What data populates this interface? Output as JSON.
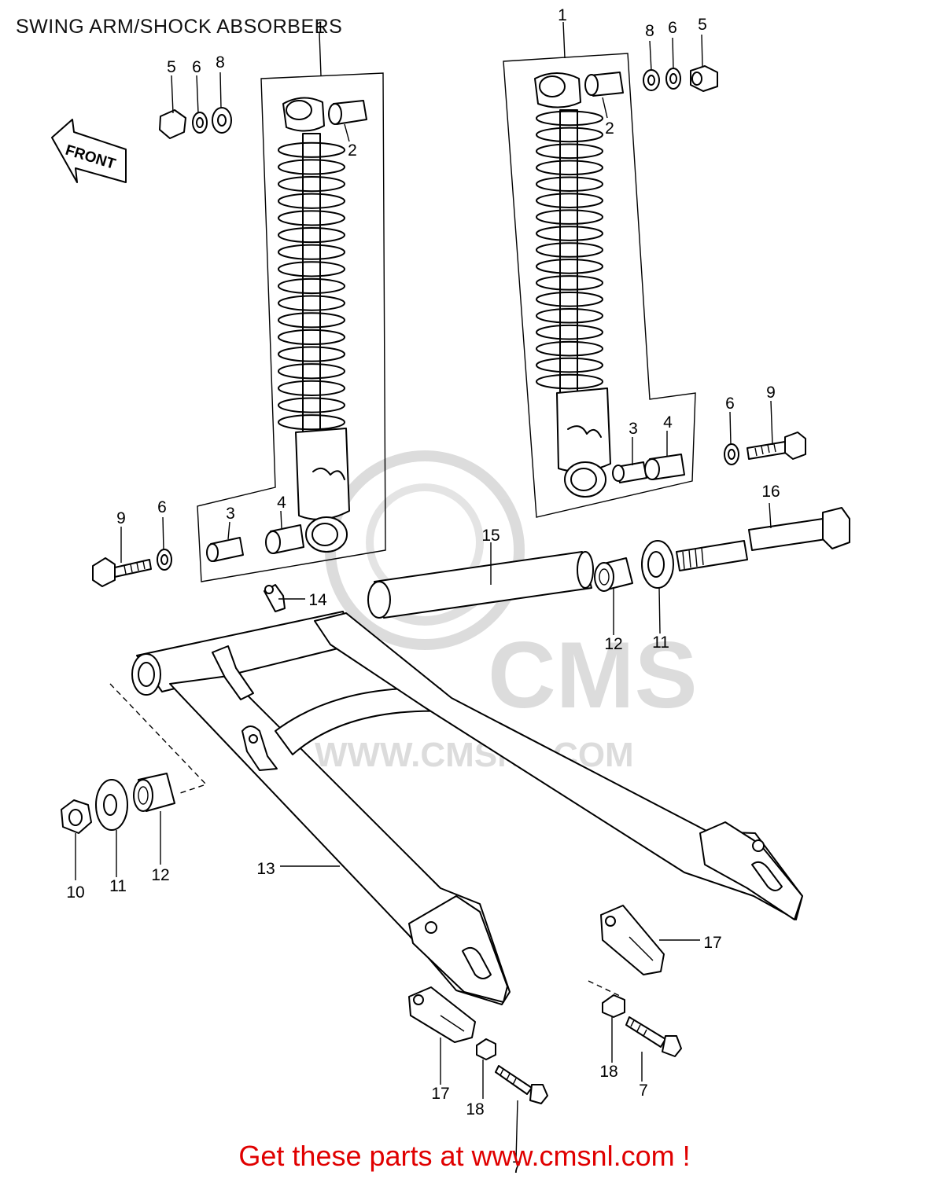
{
  "diagram": {
    "title": "SWING ARM/SHOCK ABSORBERS",
    "front_label": "FRONT",
    "footer": "Get these parts at www.cmsnl.com !",
    "watermark": {
      "logo_text": "CMS",
      "url_text": "WWW.CMSNL.COM"
    },
    "callouts": [
      "1",
      "1",
      "2",
      "2",
      "3",
      "3",
      "4",
      "4",
      "5",
      "5",
      "6",
      "6",
      "6",
      "6",
      "7",
      "7",
      "8",
      "8",
      "9",
      "9",
      "10",
      "11",
      "11",
      "12",
      "12",
      "13",
      "14",
      "15",
      "16",
      "17",
      "17",
      "18",
      "18"
    ]
  }
}
